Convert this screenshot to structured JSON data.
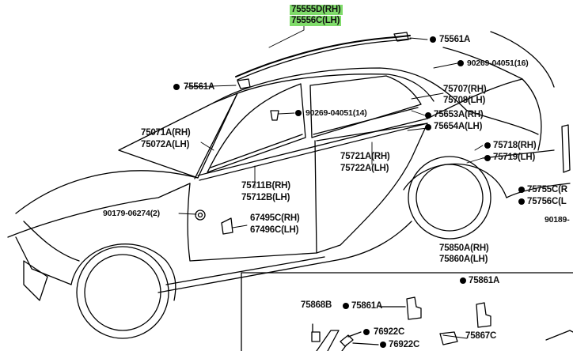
{
  "highlight_color": "#7fdb6a",
  "labels": {
    "l75555d": "75555D(RH)",
    "l75556c": "75556C(LH)",
    "l75561a_top": "75561A",
    "l90269_16": "90269-04051(16)",
    "l75561a_left": "75561A",
    "l90269_14": "90269-04051(14)",
    "l75707": "75707(RH)",
    "l75708": "75708(LH)",
    "l75653a": "75653A(RH)",
    "l75654a": "75654A(LH)",
    "l75071a": "75071A(RH)",
    "l75072a": "75072A(LH)",
    "l75718": "75718(RH)",
    "l75719": "75719(LH)",
    "l75721a": "75721A(RH)",
    "l75722a": "75722A(LH)",
    "l75711b": "75711B(RH)",
    "l75712b": "75712B(LH)",
    "l75755c": "75755C(R",
    "l75756c": "75756C(L",
    "l90179": "90179-06274(2)",
    "l67495c": "67495C(RH)",
    "l67496c": "67496C(LH)",
    "l90189": "90189-",
    "l75850a": "75850A(RH)",
    "l75860a": "75860A(LH)",
    "l75861a_a": "75861A",
    "l75868b": "75868B",
    "l75861a_b": "75861A",
    "l76922c_a": "76922C",
    "l76922c_b": "76922C",
    "l75867c": "75867C"
  }
}
